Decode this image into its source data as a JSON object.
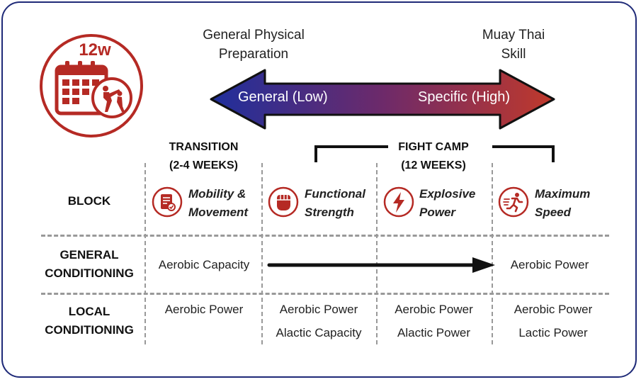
{
  "header": {
    "left_line1": "General Physical",
    "left_line2": "Preparation",
    "right_line1": "Muay Thai",
    "right_line2": "Skill",
    "arrow_left": "General (Low)",
    "arrow_right": "Specific (High)"
  },
  "logo": {
    "text": "12w"
  },
  "columns": {
    "transition_line1": "TRANSITION",
    "transition_line2": "(2-4 WEEKS)",
    "fightcamp_line1": "FIGHT CAMP",
    "fightcamp_line2": "(12 WEEKS)"
  },
  "rows": {
    "block": "BLOCK",
    "general_line1": "GENERAL",
    "general_line2": "CONDITIONING",
    "local_line1": "LOCAL",
    "local_line2": "CONDITIONING"
  },
  "blocks": [
    {
      "line1": "Mobility &",
      "line2": "Movement",
      "icon": "checklist-icon"
    },
    {
      "line1": "Functional",
      "line2": "Strength",
      "icon": "fist-icon"
    },
    {
      "line1": "Explosive",
      "line2": "Power",
      "icon": "lightning-icon"
    },
    {
      "line1": "Maximum",
      "line2": "Speed",
      "icon": "runner-icon"
    }
  ],
  "general": {
    "start": "Aerobic Capacity",
    "end": "Aerobic Power"
  },
  "local": [
    [
      "Aerobic Power"
    ],
    [
      "Aerobic Power",
      "Alactic Capacity"
    ],
    [
      "Aerobic Power",
      "Alactic Power"
    ],
    [
      "Aerobic Power",
      "Lactic Power"
    ]
  ],
  "colors": {
    "border": "#1f2a78",
    "blue": "#1f2f9c",
    "red": "#c0392b",
    "icon_red": "#b52a24"
  }
}
